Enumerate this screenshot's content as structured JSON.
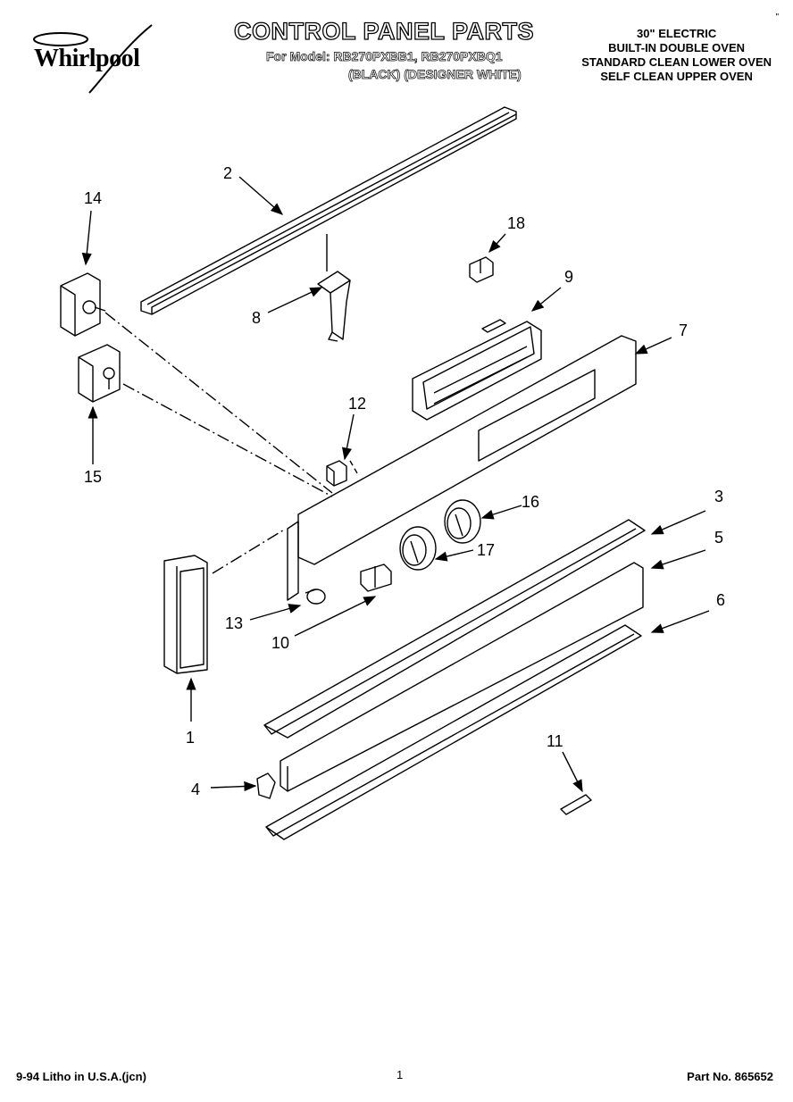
{
  "header": {
    "brand": "Whirlpool",
    "title": "CONTROL PANEL PARTS",
    "model_line": "For Model: RB270PXBB1, RB270PXBQ1",
    "model_colors": "(BLACK) (DESIGNER WHITE)",
    "spec_lines": [
      "30\" ELECTRIC",
      "BUILT-IN DOUBLE OVEN",
      "STANDARD CLEAN LOWER OVEN",
      "SELF CLEAN UPPER OVEN"
    ],
    "corner_mark": "\""
  },
  "callouts": [
    "1",
    "2",
    "3",
    "4",
    "5",
    "6",
    "7",
    "8",
    "9",
    "10",
    "11",
    "12",
    "13",
    "14",
    "15",
    "16",
    "17",
    "18"
  ],
  "footer": {
    "left": "9-94 Litho in U.S.A.(jcn)",
    "page": "1",
    "part_no": "Part No. 865652"
  }
}
